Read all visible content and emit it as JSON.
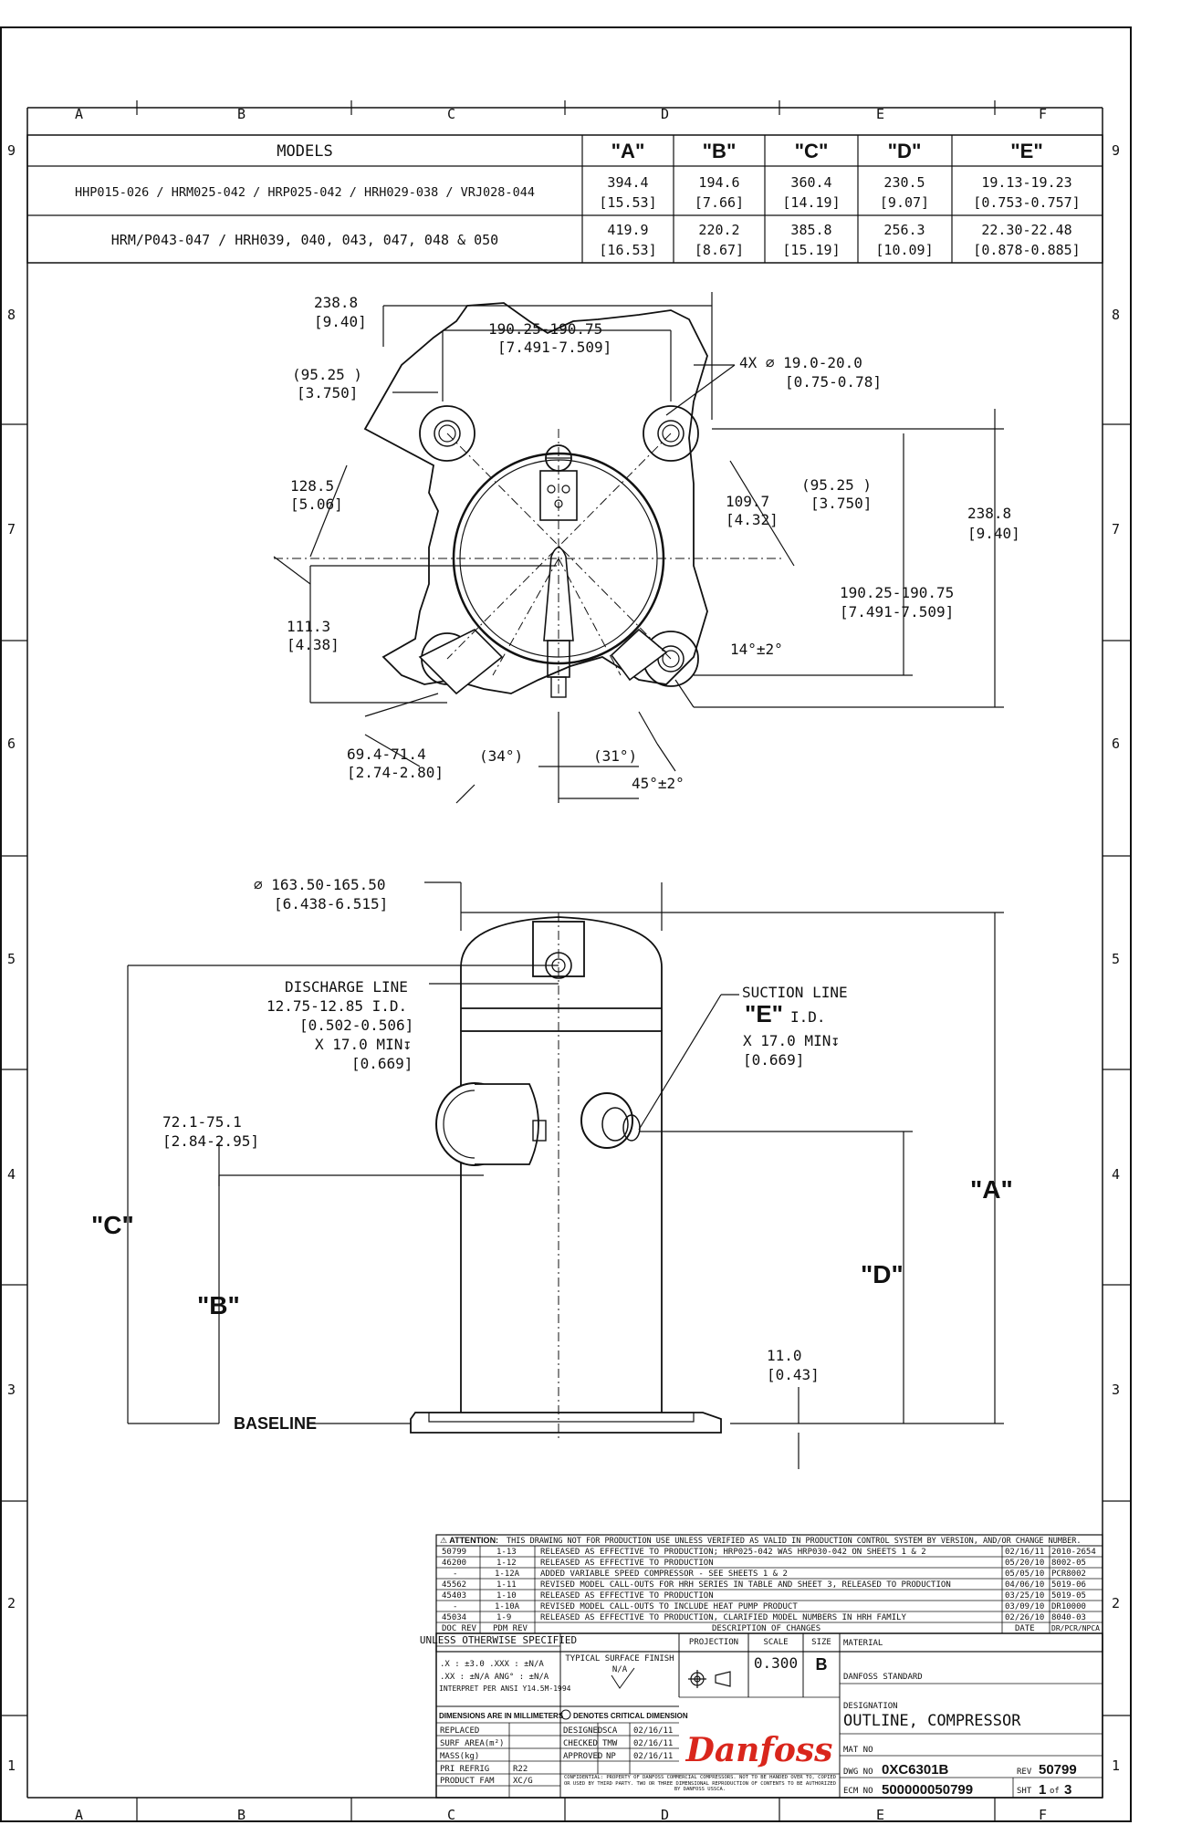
{
  "grid": {
    "cols": [
      "A",
      "B",
      "C",
      "D",
      "E",
      "F"
    ],
    "rows": [
      "9",
      "8",
      "7",
      "6",
      "5",
      "4",
      "3",
      "2",
      "1"
    ]
  },
  "models_table": {
    "header": {
      "models": "MODELS",
      "a": "\"A\"",
      "b": "\"B\"",
      "c": "\"C\"",
      "d": "\"D\"",
      "e": "\"E\""
    },
    "rows": [
      {
        "models": "HHP015-026 / HRM025-042 / HRP025-042 / HRH029-038 / VRJ028-044",
        "a1": "394.4",
        "a2": "[15.53]",
        "b1": "194.6",
        "b2": "[7.66]",
        "c1": "360.4",
        "c2": "[14.19]",
        "d1": "230.5",
        "d2": "[9.07]",
        "e1": "19.13-19.23",
        "e2": "[0.753-0.757]"
      },
      {
        "models": "HRM/P043-047 / HRH039, 040, 043, 047, 048 & 050",
        "a1": "419.9",
        "a2": "[16.53]",
        "b1": "220.2",
        "b2": "[8.67]",
        "c1": "385.8",
        "c2": "[15.19]",
        "d1": "256.3",
        "d2": "[10.09]",
        "e1": "22.30-22.48",
        "e2": "[0.878-0.885]"
      }
    ]
  },
  "top_view": {
    "d238_a": "238.8",
    "d238_a_in": "[9.40]",
    "d190_a": "190.25-190.75",
    "d190_a_in": "[7.491-7.509]",
    "d95_a": "(95.25   )",
    "d95_a_in": "[3.750]",
    "holes": "4X ⌀ 19.0-20.0",
    "holes_in": "[0.75-0.78]",
    "d128": "128.5",
    "d128_in": "[5.06]",
    "d109": "109.7",
    "d109_in": "[4.32]",
    "d95_b": "(95.25   )",
    "d95_b_in": "[3.750]",
    "d238_b": "238.8",
    "d238_b_in": "[9.40]",
    "d190_b": "190.25-190.75",
    "d190_b_in": "[7.491-7.509]",
    "d111": "111.3",
    "d111_in": "[4.38]",
    "ang14": "14°±2°",
    "d69": "69.4-71.4",
    "d69_in": "[2.74-2.80]",
    "ang34": "(34°)",
    "ang31": "(31°)",
    "ang45": "45°±2°"
  },
  "side_view": {
    "diam": "⌀ 163.50-165.50",
    "diam_in": "[6.438-6.515]",
    "discharge_1": "DISCHARGE LINE",
    "discharge_2": "12.75-12.85 I.D.",
    "discharge_3": "[0.502-0.506]",
    "discharge_4": "X 17.0 MIN↧",
    "discharge_5": "[0.669]",
    "suction_1": "SUCTION LINE",
    "suction_e": "\"E\"",
    "suction_2": "I.D.",
    "suction_3": "X 17.0 MIN↧",
    "suction_4": "[0.669]",
    "d72": "72.1-75.1",
    "d72_in": "[2.84-2.95]",
    "dim_c": "\"C\"",
    "dim_b": "\"B\"",
    "dim_a": "\"A\"",
    "dim_d": "\"D\"",
    "d11": "11.0",
    "d11_in": "[0.43]",
    "baseline": "BASELINE"
  },
  "revisions": {
    "attention_label": "⚠ ATTENTION:",
    "attention": "THIS DRAWING NOT FOR PRODUCTION USE UNLESS VERIFIED AS VALID IN PRODUCTION CONTROL SYSTEM BY VERSION, AND/OR CHANGE NUMBER.",
    "rows": [
      {
        "doc": "50799",
        "pdm": "1-13",
        "desc": "RELEASED AS EFFECTIVE TO PRODUCTION; HRP025-042 WAS HRP030-042 ON SHEETS 1 & 2",
        "date": "02/16/11",
        "dr": "2010-2654"
      },
      {
        "doc": "46200",
        "pdm": "1-12",
        "desc": "RELEASED AS EFFECTIVE TO PRODUCTION",
        "date": "05/20/10",
        "dr": "8002-05"
      },
      {
        "doc": "-",
        "pdm": "1-12A",
        "desc": "ADDED VARIABLE SPEED COMPRESSOR - SEE SHEETS 1 & 2",
        "date": "05/05/10",
        "dr": "PCR8002"
      },
      {
        "doc": "45562",
        "pdm": "1-11",
        "desc": "REVISED MODEL CALL-OUTS FOR HRH SERIES IN TABLE AND SHEET 3, RELEASED TO PRODUCTION",
        "date": "04/06/10",
        "dr": "5019-06"
      },
      {
        "doc": "45403",
        "pdm": "1-10",
        "desc": "RELEASED AS EFFECTIVE TO PRODUCTION",
        "date": "03/25/10",
        "dr": "5019-05"
      },
      {
        "doc": "-",
        "pdm": "1-10A",
        "desc": "REVISED MODEL CALL-OUTS TO INCLUDE HEAT PUMP PRODUCT",
        "date": "03/09/10",
        "dr": "DR10000"
      },
      {
        "doc": "45034",
        "pdm": "1-9",
        "desc": "RELEASED AS EFFECTIVE TO PRODUCTION, CLARIFIED MODEL NUMBERS IN HRH FAMILY",
        "date": "02/26/10",
        "dr": "8040-03"
      }
    ],
    "hdr_doc": "DOC REV",
    "hdr_pdm": "PDM REV",
    "hdr_desc": "DESCRIPTION OF CHANGES",
    "hdr_date": "DATE",
    "hdr_dr": "DR/PCR/NPCA"
  },
  "title_block": {
    "unless": "UNLESS OTHERWISE SPECIFIED",
    "tol1": ".X : ±3.0  .XXX : ±N/A",
    "tol2": ".XX : ±N/A  ANG° : ±N/A",
    "tol3": "INTERPRET PER ANSI Y14.5M-1994",
    "finish": "TYPICAL SURFACE FINISH",
    "finish_val": "N/A",
    "projection": "PROJECTION",
    "scale_lbl": "SCALE",
    "scale": "0.300",
    "size_lbl": "SIZE",
    "size": "B",
    "material_lbl": "MATERIAL",
    "material": "DANFOSS STANDARD",
    "dims_mm": "DIMENSIONS ARE IN MILLIMETERS",
    "critical": "DENOTES CRITICAL DIMENSION",
    "replaced": "REPLACED",
    "surf": "SURF AREA(m²)",
    "mass": "MASS(kg)",
    "refrig_lbl": "PRI REFRIG",
    "refrig": "R22",
    "fam_lbl": "PRODUCT FAM",
    "fam": "XC/G",
    "designed": "DESIGNED",
    "designed_by": "SCA",
    "designed_date": "02/16/11",
    "checked": "CHECKED",
    "checked_by": "TMW",
    "checked_date": "02/16/11",
    "approved": "APPROVED",
    "approved_by": "NP",
    "approved_date": "02/16/11",
    "confidential": "CONFIDENTIAL: PROPERTY OF DANFOSS COMMERCIAL COMPRESSORS. NOT TO BE HANDED OVER TO, COPIED OR USED BY THIRD PARTY. TWO OR THREE DIMENSIONAL REPRODUCTION OF CONTENTS TO BE AUTHORIZED BY DANFOSS USSCA.",
    "logo": "Danfoss",
    "designation_lbl": "DESIGNATION",
    "designation": "OUTLINE, COMPRESSOR",
    "mat_no": "MAT NO",
    "dwg_lbl": "DWG NO",
    "dwg": "0XC6301B",
    "ecm_lbl": "ECM NO",
    "ecm": "500000050799",
    "rev_lbl": "REV",
    "rev": "50799",
    "sht_lbl": "SHT",
    "sht": "1",
    "sht_of": "of",
    "sht_total": "3"
  },
  "colors": {
    "ink": "#111111",
    "logo": "#d9261c"
  }
}
